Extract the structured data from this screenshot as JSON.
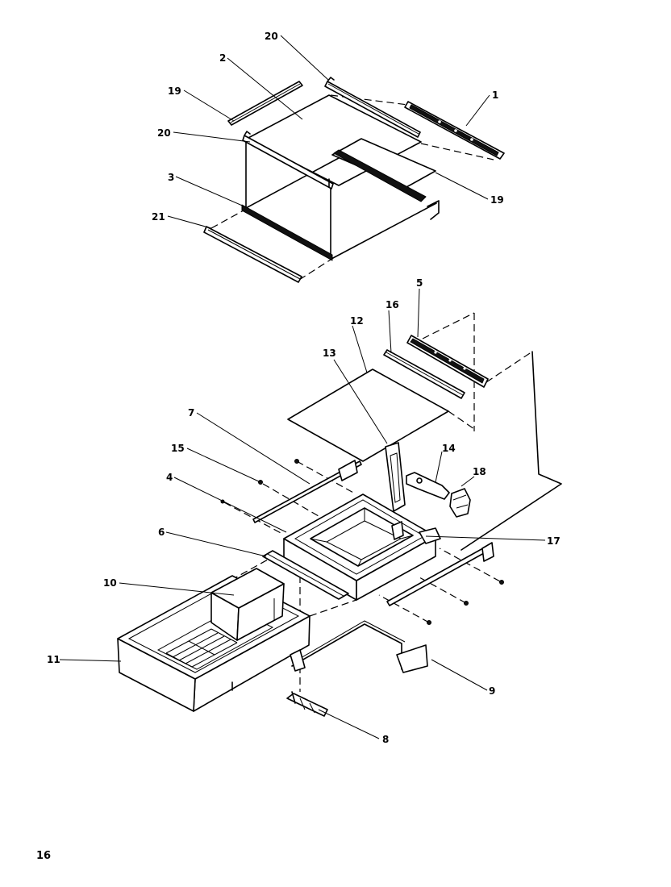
{
  "callouts": {
    "top": [
      "20",
      "2",
      "19",
      "1",
      "20",
      "3",
      "19",
      "21"
    ],
    "bottom": [
      "5",
      "16",
      "12",
      "13",
      "7",
      "14",
      "18",
      "15",
      "4",
      "17",
      "6",
      "10",
      "11",
      "9",
      "8"
    ]
  },
  "page_number": "16"
}
